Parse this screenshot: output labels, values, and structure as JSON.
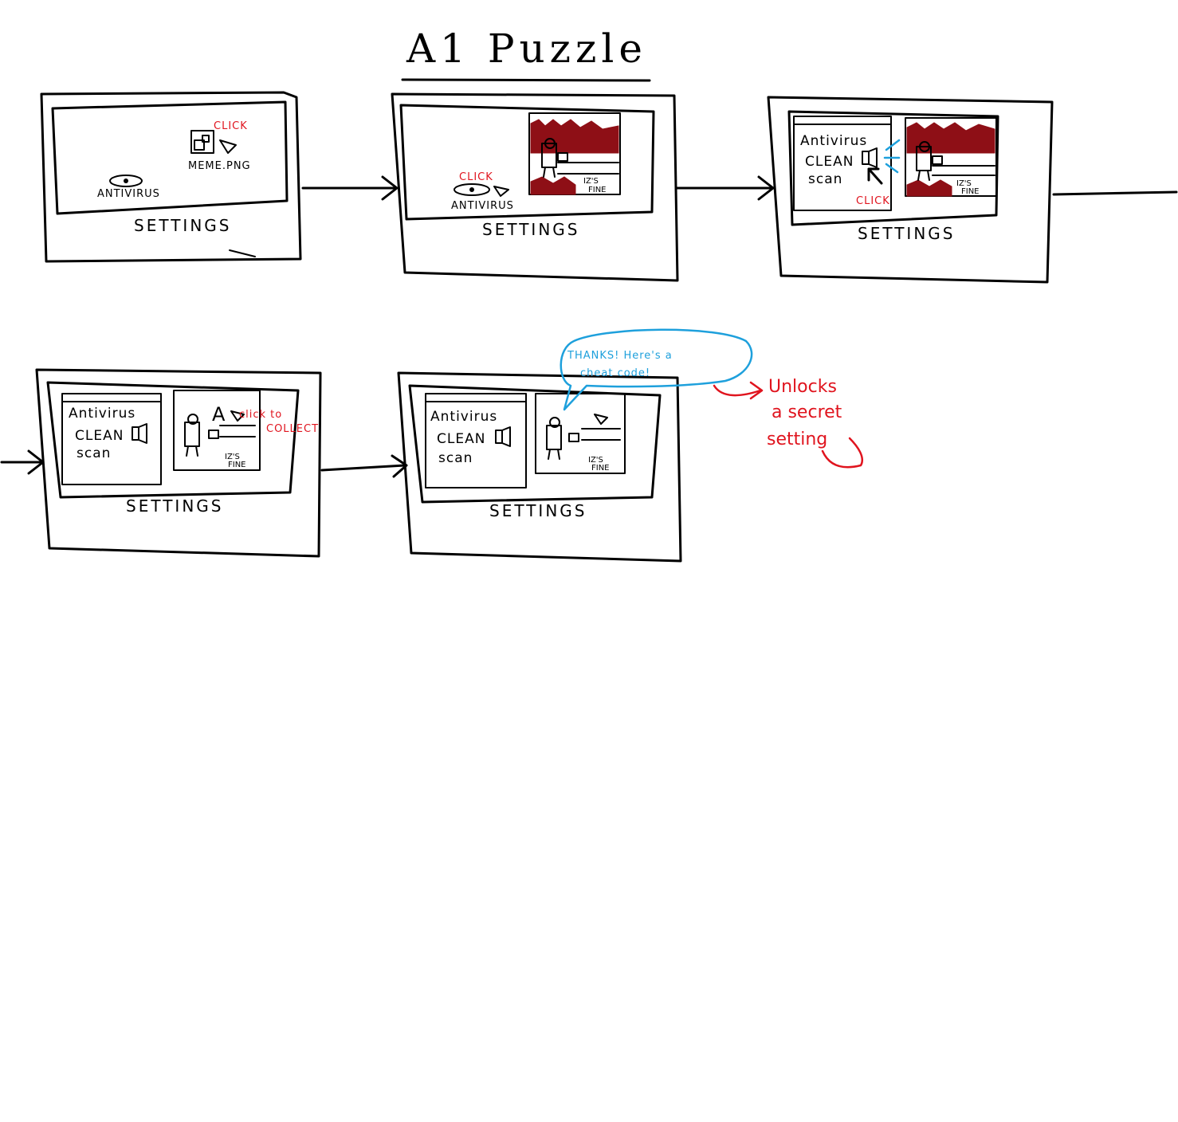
{
  "title": "A1 Puzzle",
  "settings_label": "SETTINGS",
  "frame1": {
    "file_label": "MEME.PNG",
    "app_label": "ANTIVIRUS",
    "click": "CLICK"
  },
  "frame2": {
    "app_label": "ANTIVIRUS",
    "click": "CLICK",
    "image_caption_1": "IZ'S",
    "image_caption_2": "FINE"
  },
  "frame3": {
    "menu_title": "Antivirus",
    "menu_clean": "CLEAN",
    "menu_scan": "scan",
    "click": "CLICK",
    "image_caption_1": "IZ'S",
    "image_caption_2": "FINE"
  },
  "frame4": {
    "menu_title": "Antivirus",
    "menu_clean": "CLEAN",
    "menu_scan": "scan",
    "letter": "A",
    "click_to_collect_1": "click to",
    "click_to_collect_2": "COLLECT",
    "image_caption_1": "IZ'S",
    "image_caption_2": "FINE"
  },
  "frame5": {
    "menu_title": "Antivirus",
    "menu_clean": "CLEAN",
    "menu_scan": "scan",
    "bubble_line1": "THANKS! Here's a",
    "bubble_line2": "cheat code!",
    "note_line1": "Unlocks",
    "note_line2": "a secret",
    "note_line3": "setting",
    "image_caption_1": "IZ'S",
    "image_caption_2": "FINE"
  },
  "colors": {
    "ink": "#000000",
    "annotation_red": "#e0141e",
    "speech_blue": "#1ea0dc",
    "fire_dark_red": "#8e0f16"
  }
}
